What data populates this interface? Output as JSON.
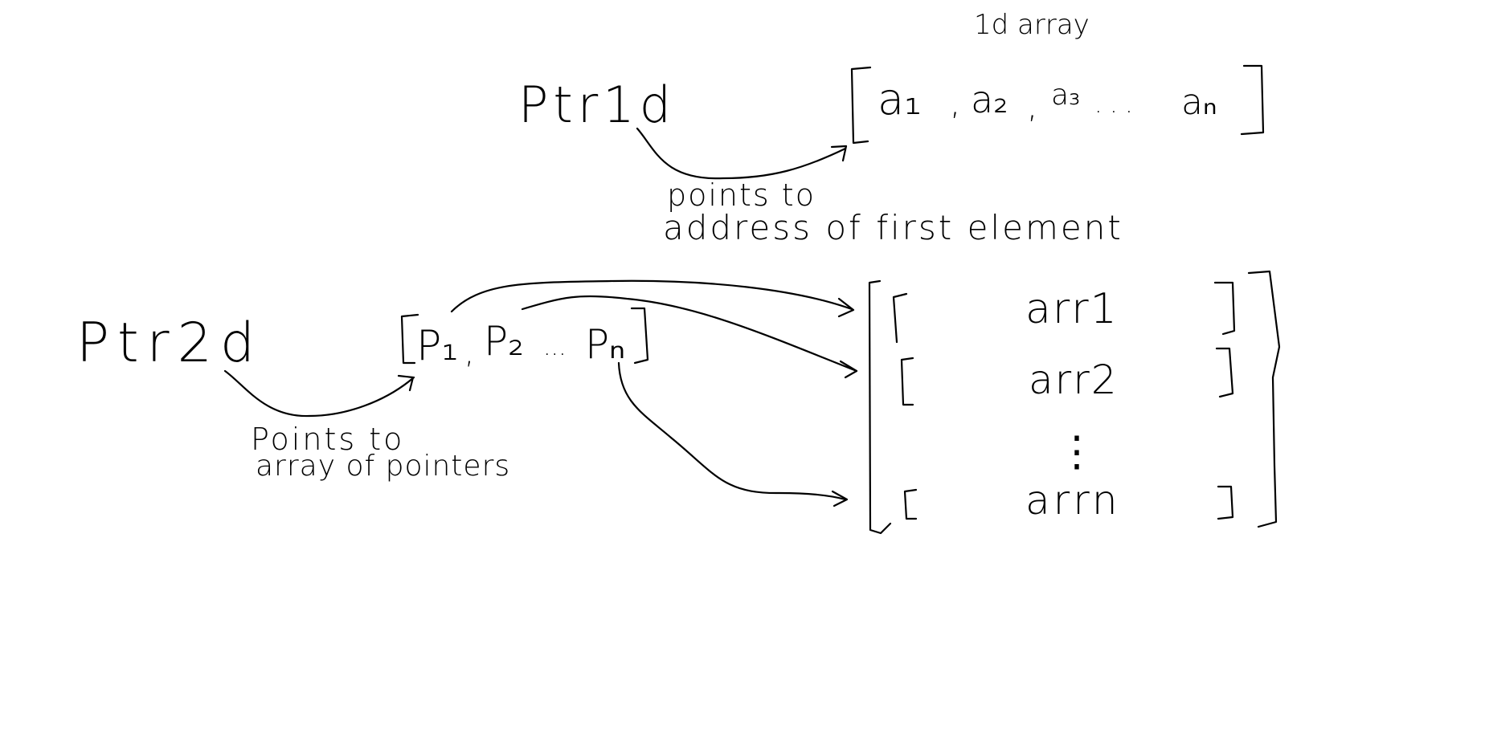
{
  "diagram": {
    "ink_color": "#000000",
    "background_color": "#ffffff",
    "top_section": {
      "heading": "1d array",
      "pointer_label": "Ptr1d",
      "array_elements": {
        "a1": "a₁",
        "sep1": ",",
        "a2": "a₂",
        "sep2": ",",
        "a3": "a₃",
        "dots": ". . .",
        "an": "aₙ"
      },
      "arrow_caption_line1": "points to",
      "arrow_caption_line2": "address of first element"
    },
    "bottom_section": {
      "pointer_label": "Ptr2d",
      "pointer_array": {
        "p1": "P₁",
        "sep1": ",",
        "p2": "P₂",
        "dots": "...",
        "pn": "Pₙ"
      },
      "arrow_caption_line1": "Points to",
      "arrow_caption_line2": "array of pointers",
      "rows": {
        "row1": "arr1",
        "row2": "arr2",
        "vdots": "⋮",
        "rown": "arrn"
      }
    }
  }
}
